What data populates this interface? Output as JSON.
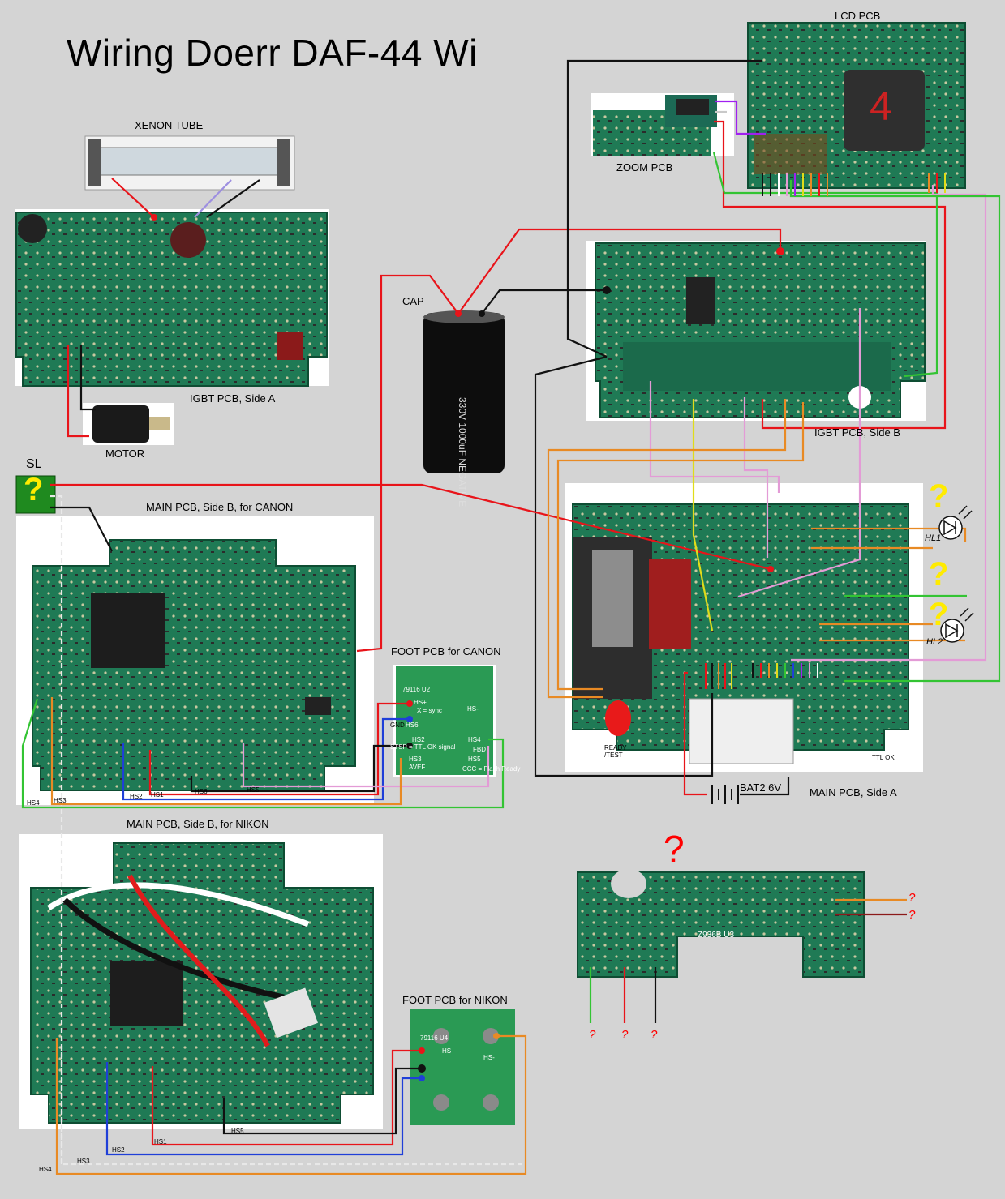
{
  "title": "Wiring Doerr DAF-44 Wi",
  "labels": {
    "xenon_tube": "XENON TUBE",
    "igbt_a": "IGBT PCB, Side A",
    "motor": "MOTOR",
    "sl": "SL",
    "main_b_canon": "MAIN PCB, Side B, for CANON",
    "cap": "CAP",
    "lcd_pcb": "LCD PCB",
    "zoom_pcb": "ZOOM PCB",
    "igbt_b": "IGBT PCB, Side B",
    "foot_canon": "FOOT  PCB for CANON",
    "main_a": "MAIN PCB, Side A",
    "bat2": "BAT2  6V",
    "main_b_nikon": "MAIN PCB, Side B, for NIKON",
    "foot_nikon": "FOOT  PCB for NIKON",
    "hl1": "HL1",
    "hl2": "HL2",
    "ready_test": "READY\n/TEST",
    "ttl_ok": "TTL OK"
  },
  "wire_labels": {
    "hs1": "HS1",
    "hs2": "HS2",
    "hs3": "HS3",
    "hs4": "HS4",
    "hs5": "HS5",
    "hs6": "HS6"
  },
  "foot_canon_pins": {
    "hs_plus": "HS+",
    "hs_minus": "HS-",
    "x_sync": "X = sync",
    "gnd": "GND",
    "hs6": "HS6",
    "hs2": "HS2",
    "hs3": "HS3",
    "hs4": "HS4",
    "hs5": "HS5",
    "stsp": "STSP = TTL OK signal",
    "fbd": "FBD",
    "avef": "AVEF",
    "ccc": "CCC = Flash Ready",
    "board_code": "79116  U2"
  },
  "foot_nikon_pins": {
    "board_code": "79116  U4",
    "hs_plus": "HS+",
    "hs_minus": "HS-"
  },
  "unknown_board": {
    "big_question": "?",
    "side_marks": [
      "?",
      "?"
    ],
    "bottom_marks": [
      "?",
      "?",
      "?"
    ],
    "board_code": "Z936B U3"
  },
  "question_symbols": {
    "sl_box": "?",
    "lamp_q": [
      "?",
      "?",
      "?"
    ]
  },
  "colors": {
    "red": "#e8141a",
    "black": "#111111",
    "green": "#33c433",
    "orange": "#e88a24",
    "blue": "#1f3fd8",
    "pink": "#e39bd6",
    "yellow": "#e0dc1a",
    "purple": "#a020f0",
    "pcb_green": "#1f7a55"
  }
}
